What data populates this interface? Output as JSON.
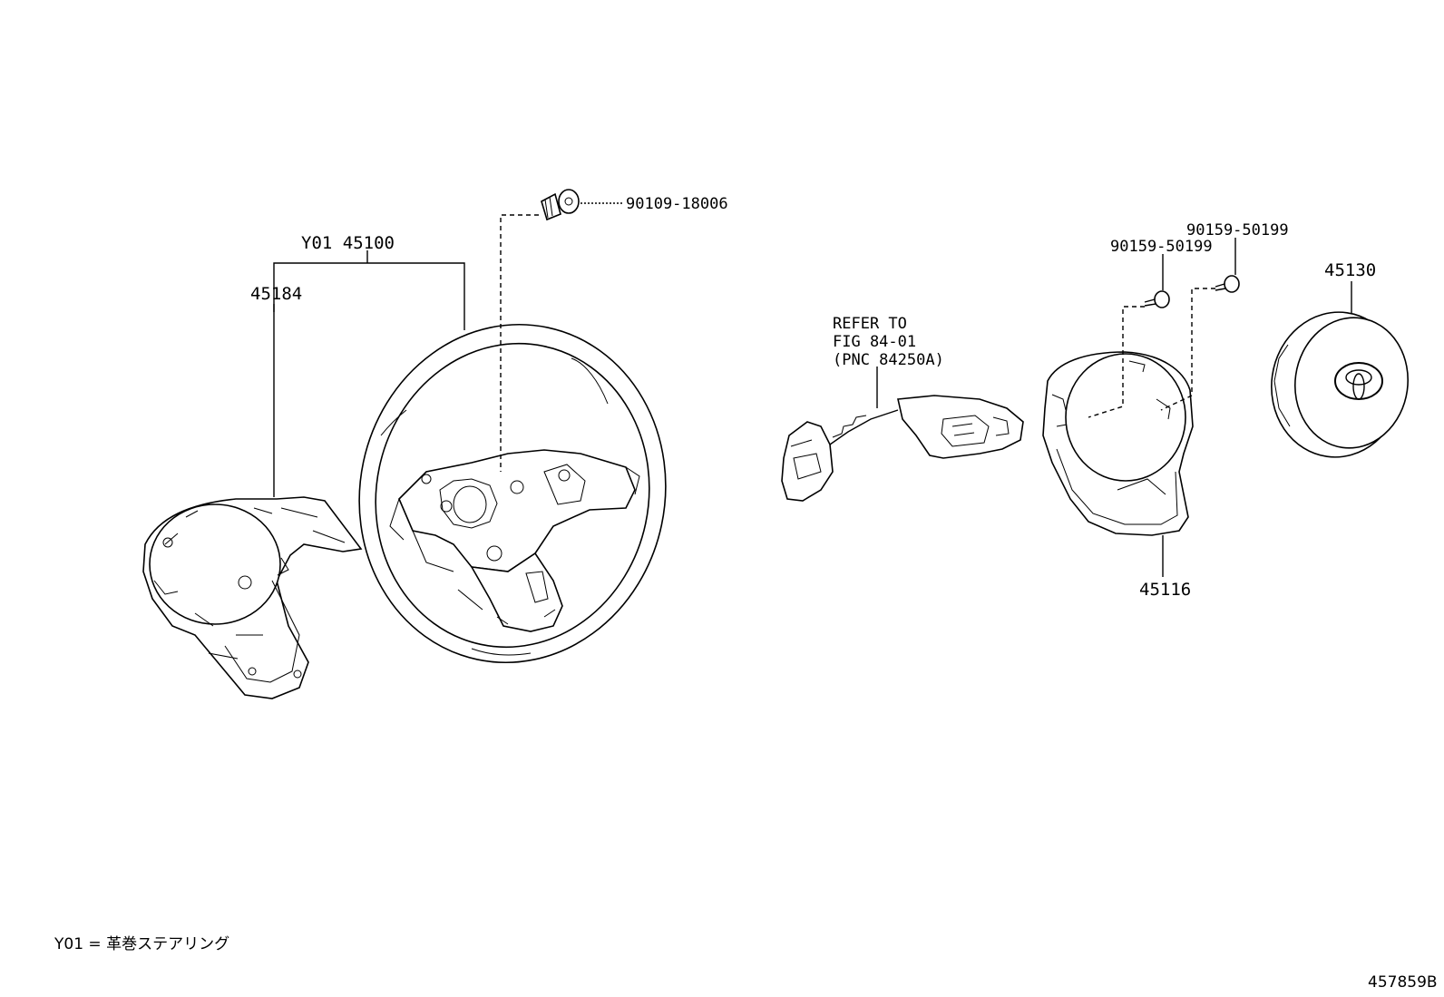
{
  "labels": {
    "steering_wheel_assy": "Y01 45100",
    "cover_lower": "45184",
    "bolt": "90109-18006",
    "screw_upper": "90159-50199",
    "screw_lower": "90159-50199",
    "airbag": "45130",
    "cover_pad": "45116",
    "refer_line1": "REFER TO",
    "refer_line2": "FIG 84-01",
    "refer_line3": "(PNC 84250A)"
  },
  "legend": "Y01 = 革巻ステアリング",
  "figure_id": "457859B"
}
